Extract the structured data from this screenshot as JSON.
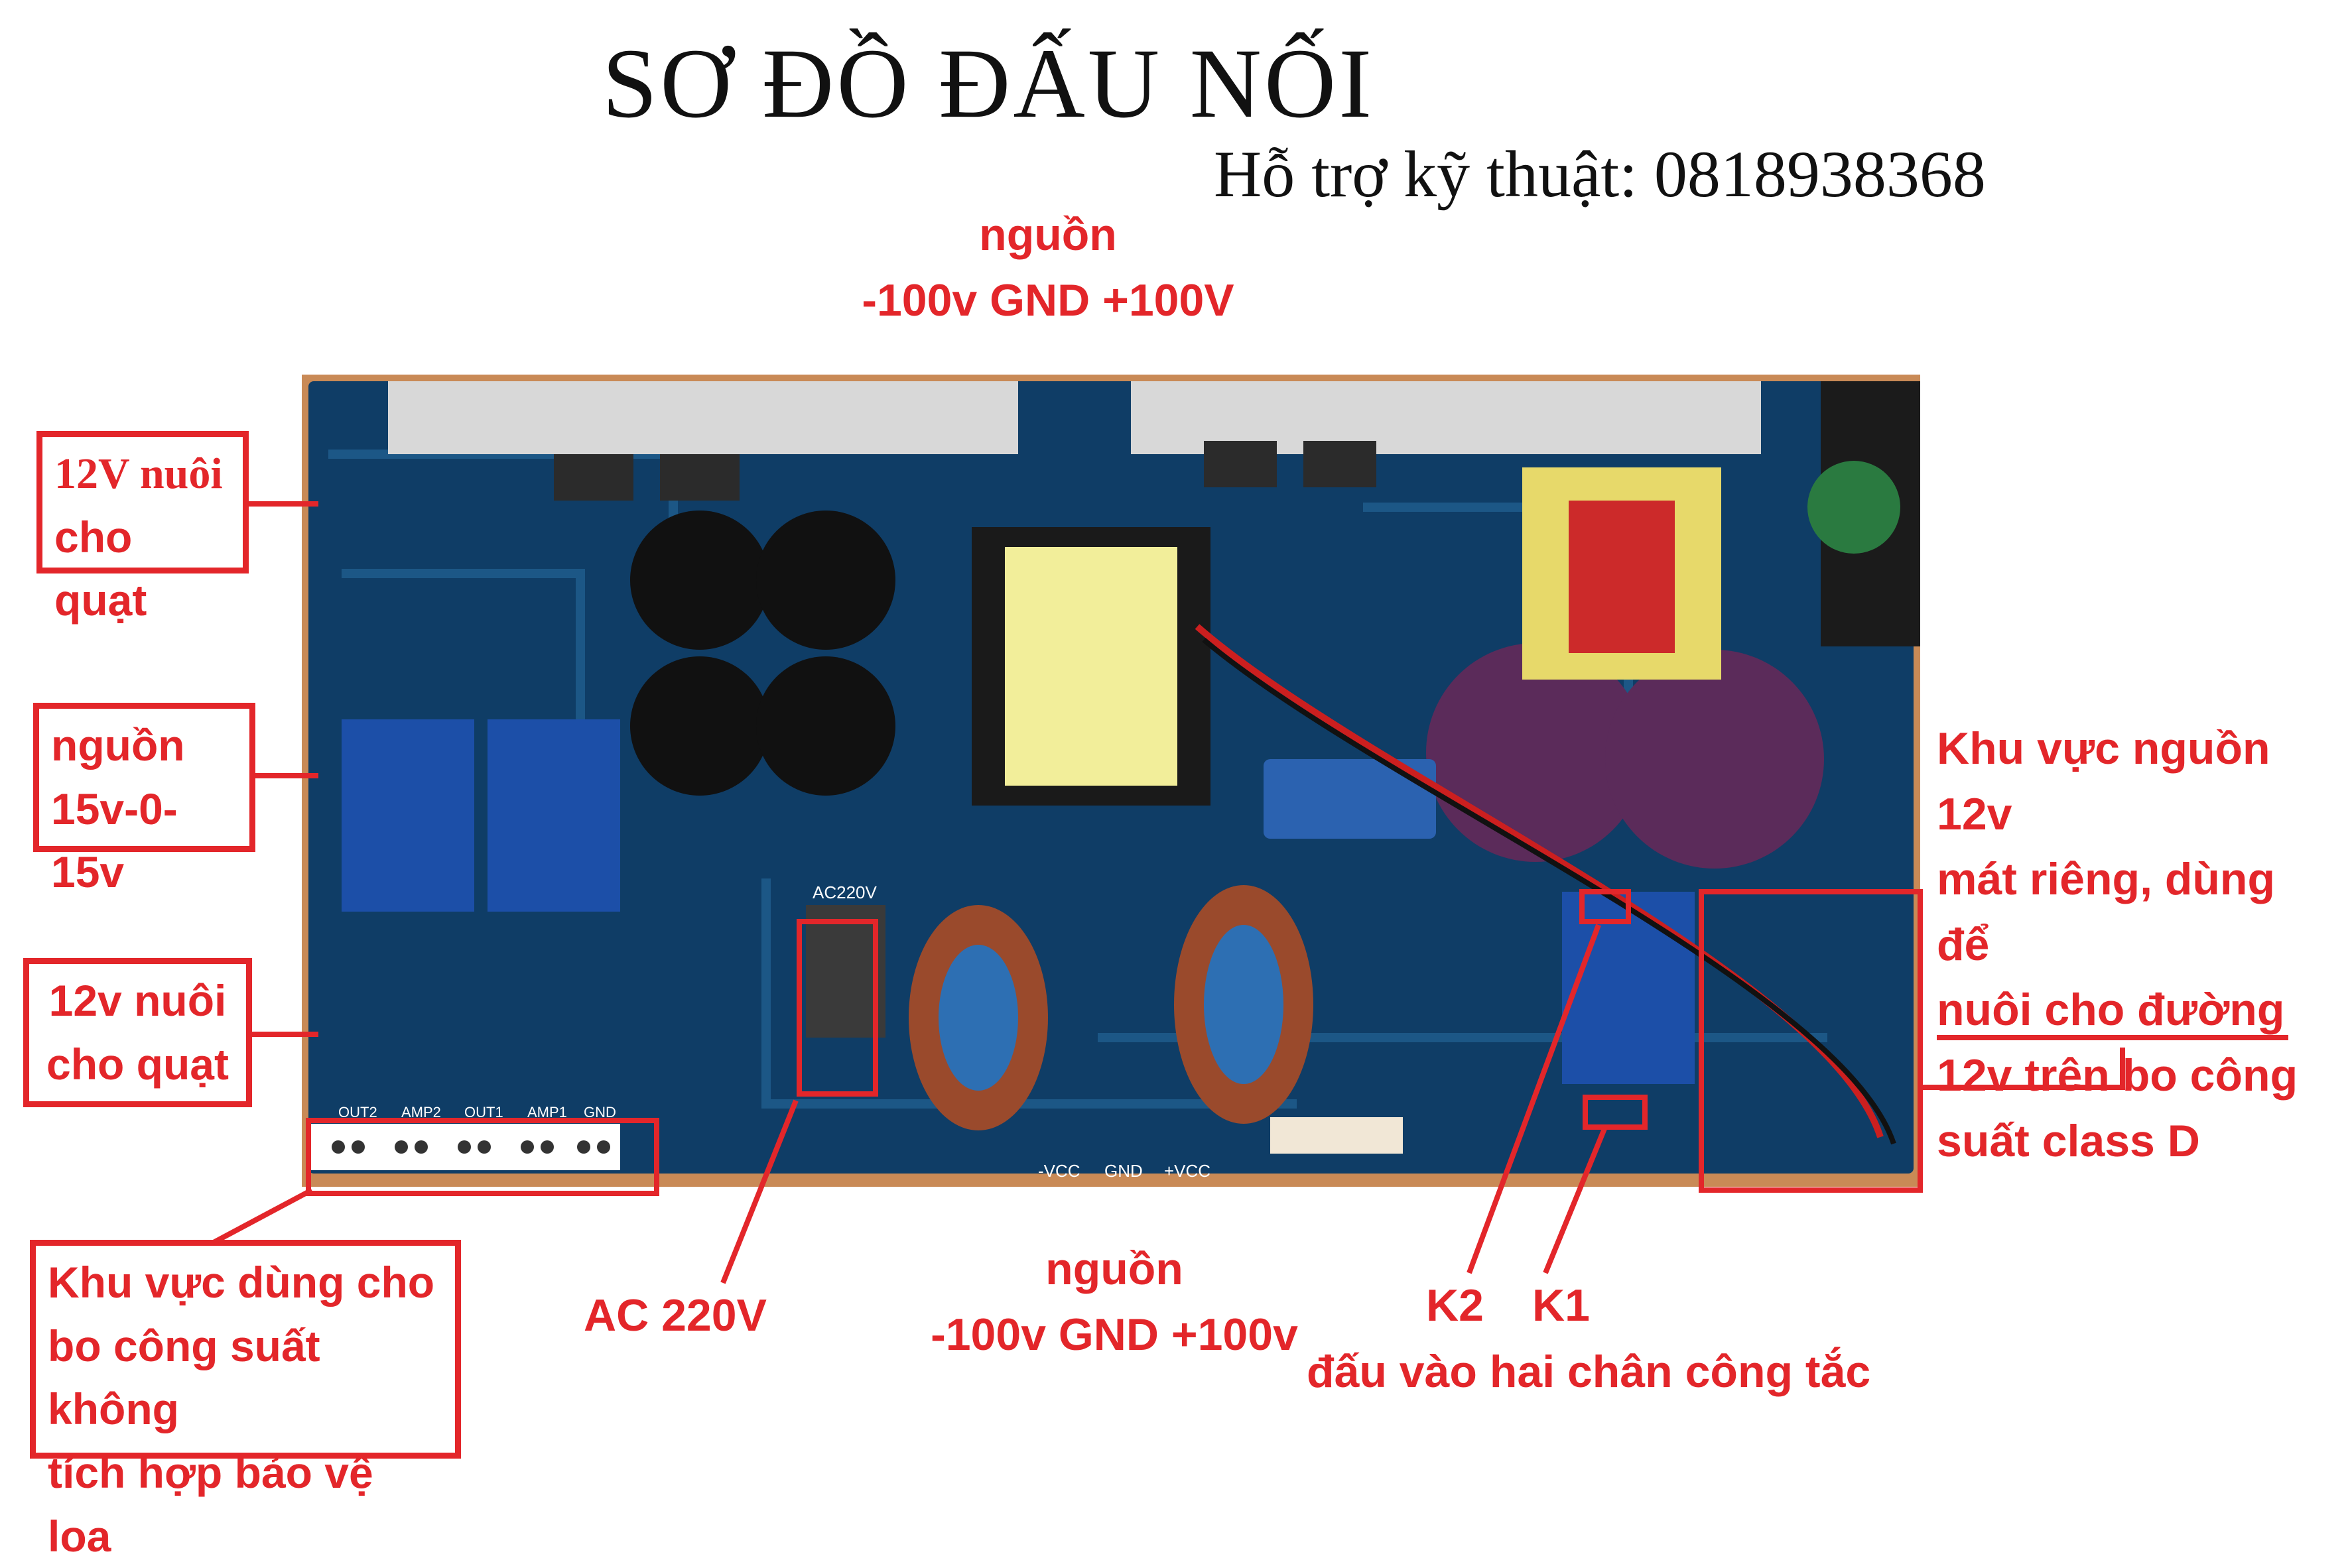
{
  "title": "SƠ ĐỒ ĐẤU NỐI",
  "support": "Hỗ trợ kỹ thuật: 0818938368",
  "colors": {
    "annotation": "#e3262a",
    "pcb": "#0f3d66",
    "heatsink": "#d8d8d8"
  },
  "labels": {
    "top_power_line1": "nguồn",
    "top_power_line2": "-100v GND +100V",
    "fan1_line1": "12V nuôi",
    "fan1_line2": "cho quạt",
    "psu15_line1": "nguồn",
    "psu15_line2": "15v-0-15v",
    "fan2_line1": "12v nuôi",
    "fan2_line2": "cho quạt",
    "amp_area_line1": "Khu vực dùng cho",
    "amp_area_line2": "bo công suất không",
    "amp_area_line3": "tích hợp bảo vệ loa",
    "ac": "AC 220V",
    "bottom_power_line1": "nguồn",
    "bottom_power_line2": "-100v GND +100v",
    "k2": "K2",
    "k1": "K1",
    "switch": "đấu vào hai chân công tắc",
    "right_line1": "Khu vực nguồn 12v",
    "right_line2": "mát riêng, dùng để",
    "right_line3": "nuôi cho đường",
    "right_line4": "12v trên bo công",
    "right_line5": "suất class D"
  },
  "connector_labels": [
    "OUT2",
    "AMP2",
    "OUT1",
    "AMP1",
    "GND"
  ],
  "pcb_silkscreen": [
    "AC220V",
    "-VCC",
    "GND",
    "+VCC"
  ]
}
